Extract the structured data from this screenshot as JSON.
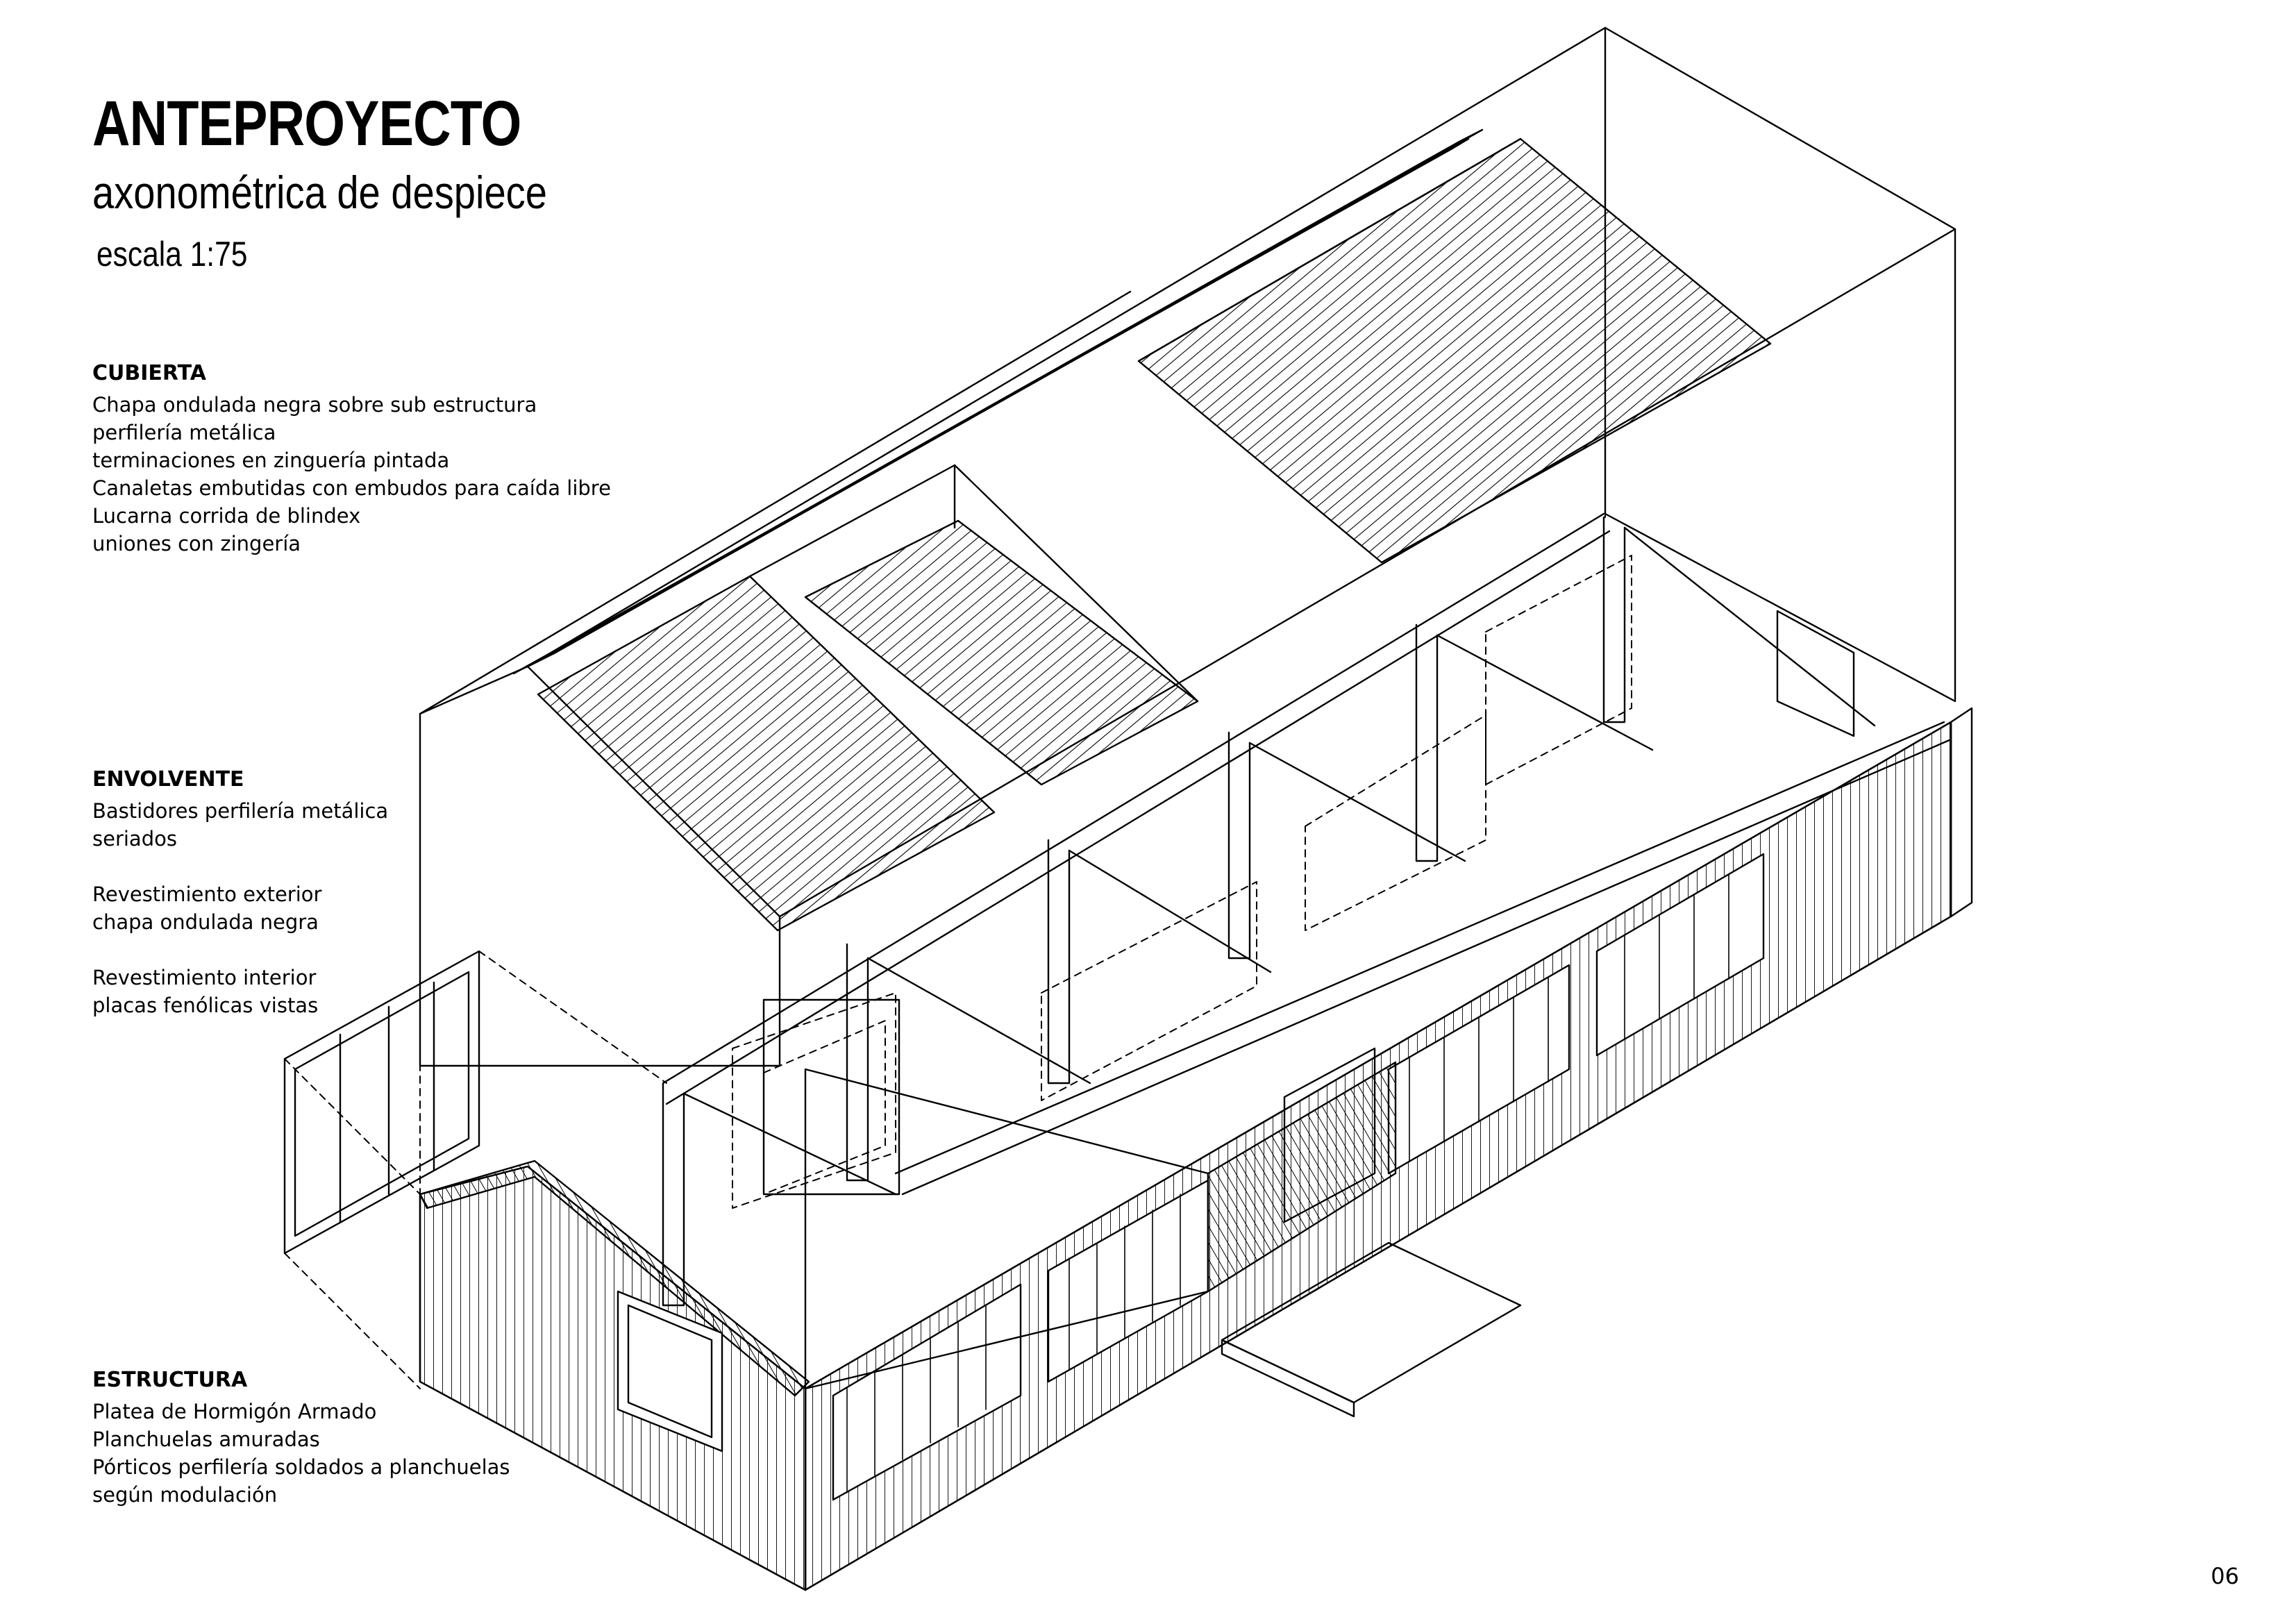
{
  "header": {
    "title": "ANTEPROYECTO",
    "subtitle": "axonométrica de despiece",
    "scale": "escala 1:75"
  },
  "notes": {
    "cubierta": {
      "title": "CUBIERTA",
      "lines": [
        "Chapa ondulada negra sobre sub estructura",
        "perfilería metálica",
        "terminaciones en zinguería pintada",
        "Canaletas embutidas con embudos para caída libre",
        "Lucarna corrida de blindex",
        "uniones con zingería"
      ]
    },
    "envolvente": {
      "title": "ENVOLVENTE",
      "lines": [
        "Bastidores perfilería metálica",
        "seriados",
        "",
        "Revestimiento exterior",
        "chapa ondulada negra",
        "",
        "Revestimiento interior",
        "placas fenólicas vistas"
      ]
    },
    "estructura": {
      "title": "ESTRUCTURA",
      "lines": [
        "Platea de Hormigón Armado",
        "Planchuelas amuradas",
        "Pórticos perfilería soldados a planchuelas",
        "según modulación"
      ]
    }
  },
  "page_number": "06"
}
